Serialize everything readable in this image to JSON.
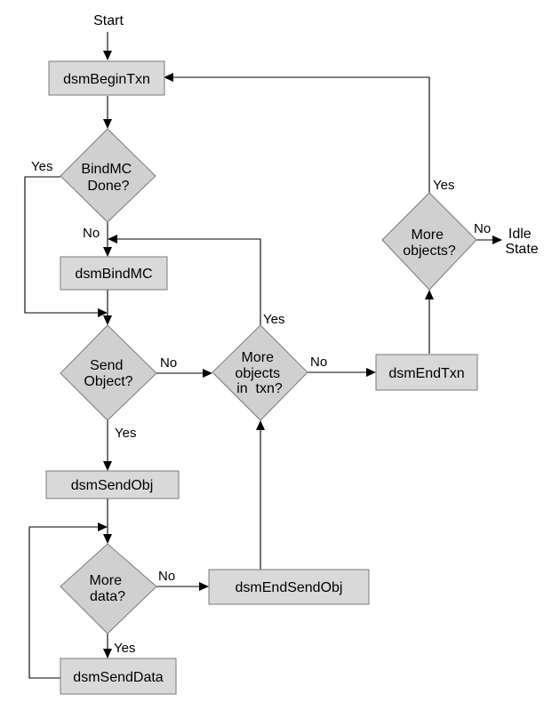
{
  "flowchart": {
    "start": "Start",
    "idle_state": [
      "Idle",
      "State"
    ],
    "processes": {
      "begin_txn": "dsmBeginTxn",
      "bind_mc": "dsmBindMC",
      "send_obj": "dsmSendObj",
      "send_data": "dsmSendData",
      "end_send_obj": "dsmEndSendObj",
      "end_txn": "dsmEndTxn"
    },
    "decisions": {
      "bindmc_done": [
        "BindMC",
        "Done?"
      ],
      "send_object": [
        "Send",
        "Object?"
      ],
      "more_data": [
        "More",
        "data?"
      ],
      "more_objects_in_txn": [
        "More",
        "objects",
        "in  txn?"
      ],
      "more_objects": [
        "More",
        "objects?"
      ]
    },
    "edge_labels": {
      "bindmc_yes": "Yes",
      "bindmc_no": "No",
      "send_object_no": "No",
      "send_object_yes": "Yes",
      "more_data_no": "No",
      "more_data_yes": "Yes",
      "in_txn_yes": "Yes",
      "in_txn_no": "No",
      "more_objects_yes": "Yes",
      "more_objects_no": "No"
    }
  }
}
